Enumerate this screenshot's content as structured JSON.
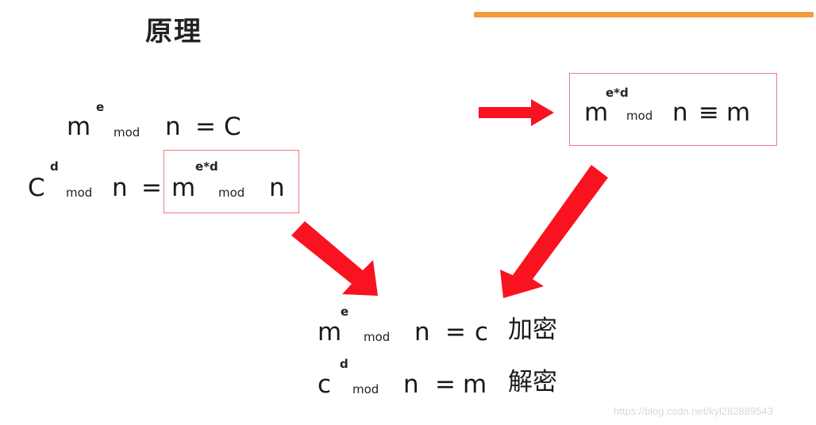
{
  "title": "原理",
  "colors": {
    "accent_line": "#f39a3d",
    "arrow": "#f91220",
    "box_border": "#f07a80",
    "text": "#1a1a1a"
  },
  "left_formulas": {
    "eq1": {
      "base": "m",
      "sup": "e",
      "mod": "mod",
      "n": "n",
      "eq": "=",
      "rhs": "C"
    },
    "eq2": {
      "base": "C",
      "sup": "d",
      "mod": "mod",
      "n": "n",
      "eq": "="
    },
    "boxed": {
      "base": "m",
      "sup": "e*d",
      "mod": "mod",
      "n": "n"
    }
  },
  "right_box": {
    "base": "m",
    "sup": "e*d",
    "mod": "mod",
    "n": "n",
    "eq": "≡",
    "rhs": "m"
  },
  "result": {
    "encrypt": {
      "base": "m",
      "sup": "e",
      "mod": "mod",
      "n": "n",
      "eq": "=",
      "rhs": "c",
      "label": "加密"
    },
    "decrypt": {
      "base": "c",
      "sup": "d",
      "mod": "mod",
      "n": "n",
      "eq": "=",
      "rhs": "m",
      "label": "解密"
    }
  },
  "arrows": [
    {
      "name": "arrow-right",
      "direction": "right"
    },
    {
      "name": "arrow-down-right",
      "direction": "down-right"
    },
    {
      "name": "arrow-down-left",
      "direction": "down-left"
    }
  ],
  "watermark": "https://blog.csdn.net/kyl282889543"
}
